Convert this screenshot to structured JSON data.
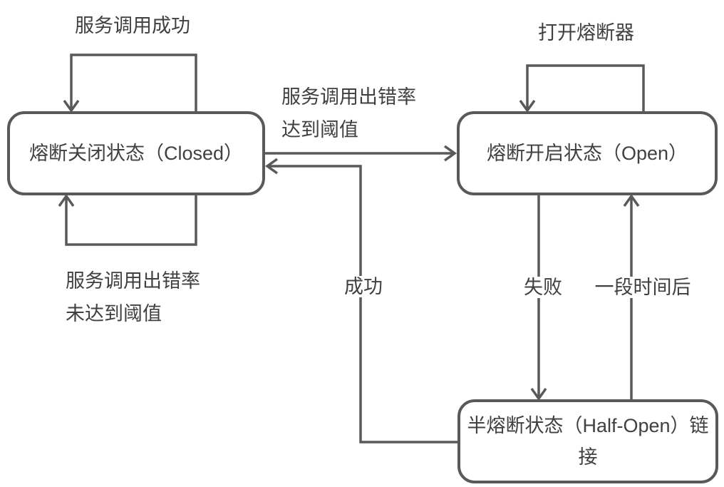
{
  "diagram": {
    "nodes": {
      "closed": {
        "label": "熔断关闭状态（Closed）"
      },
      "open": {
        "label": "熔断开启状态（Open）"
      },
      "half_open": {
        "label": "半熔断状态（Half-Open）链接"
      }
    },
    "labels": {
      "closed_self_top": "服务调用成功",
      "open_self_top": "打开熔断器",
      "closed_to_open_line1": "服务调用出错率",
      "closed_to_open_line2": "达到阈值",
      "closed_self_bottom_line1": "服务调用出错率",
      "closed_self_bottom_line2": "未达到阈值",
      "half_open_to_closed": "成功",
      "open_to_half_open": "失败",
      "half_open_to_open": "一段时间后"
    },
    "colors": {
      "line": "#595959",
      "text": "#404040",
      "node_fill": "#ffffff"
    }
  }
}
